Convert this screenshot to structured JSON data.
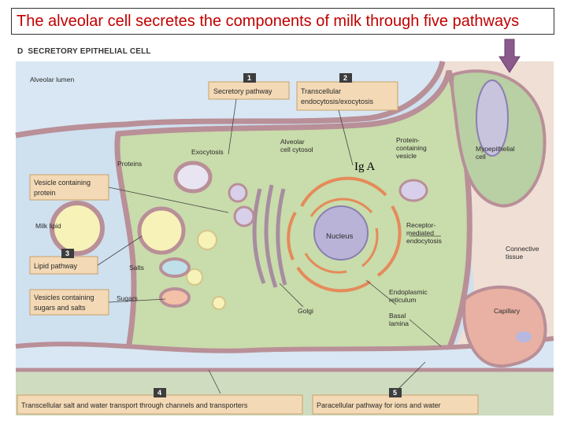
{
  "title": "The alveolar cell secretes the components of milk through five pathways",
  "panel": {
    "letter": "D",
    "heading": "SECRETORY EPITHELIAL CELL"
  },
  "annotation": "Ig A",
  "labels": {
    "alveolar_lumen": "Alveolar lumen",
    "alveolar_cell_cytosol_1": "Alveolar",
    "alveolar_cell_cytosol_2": "cell cytosol",
    "exocytosis": "Exocytosis",
    "proteins": "Proteins",
    "protein_vesicle_1": "Protein-",
    "protein_vesicle_2": "containing",
    "protein_vesicle_3": "vesicle",
    "myoepithelial_1": "Myoepithelial",
    "myoepithelial_2": "cell",
    "milk_lipid": "Milk lipid",
    "nucleus": "Nucleus",
    "receptor_1": "Receptor-",
    "receptor_2": "mediated",
    "receptor_3": "endocytosis",
    "connective_1": "Connective",
    "connective_2": "tissue",
    "salts": "Salts",
    "sugars": "Sugars",
    "er_1": "Endoplasmic",
    "er_2": "reticulum",
    "golgi": "Golgi",
    "basal_1": "Basal",
    "basal_2": "lamina",
    "capillary": "Capillary"
  },
  "boxes": {
    "vesicle_protein_1": "Vesicle containing",
    "vesicle_protein_2": "protein",
    "lipid_pathway": "Lipid pathway",
    "vesicles_sugars_1": "Vesicles containing",
    "vesicles_sugars_2": "sugars and salts",
    "secretory_pathway": "Secretory pathway",
    "transcellular_1": "Transcellular",
    "transcellular_2": "endocytosis/exocytosis",
    "transcellular_salt": "Transcellular salt and water transport through channels and transporters",
    "paracellular": "Paracellular pathway for ions and water"
  },
  "numbers": {
    "n1": "1",
    "n2": "2",
    "n3": "3",
    "n4": "4",
    "n5": "5"
  },
  "colors": {
    "title": "#c00000",
    "lumen": "#cfe0ef",
    "cell": "#c9dcab",
    "membrane": "#b98f98",
    "box_fill": "#f3d9b5",
    "box_stroke": "#c9a06a",
    "number_fill": "#3d3d3d",
    "arrow": "#8a5a8c"
  }
}
